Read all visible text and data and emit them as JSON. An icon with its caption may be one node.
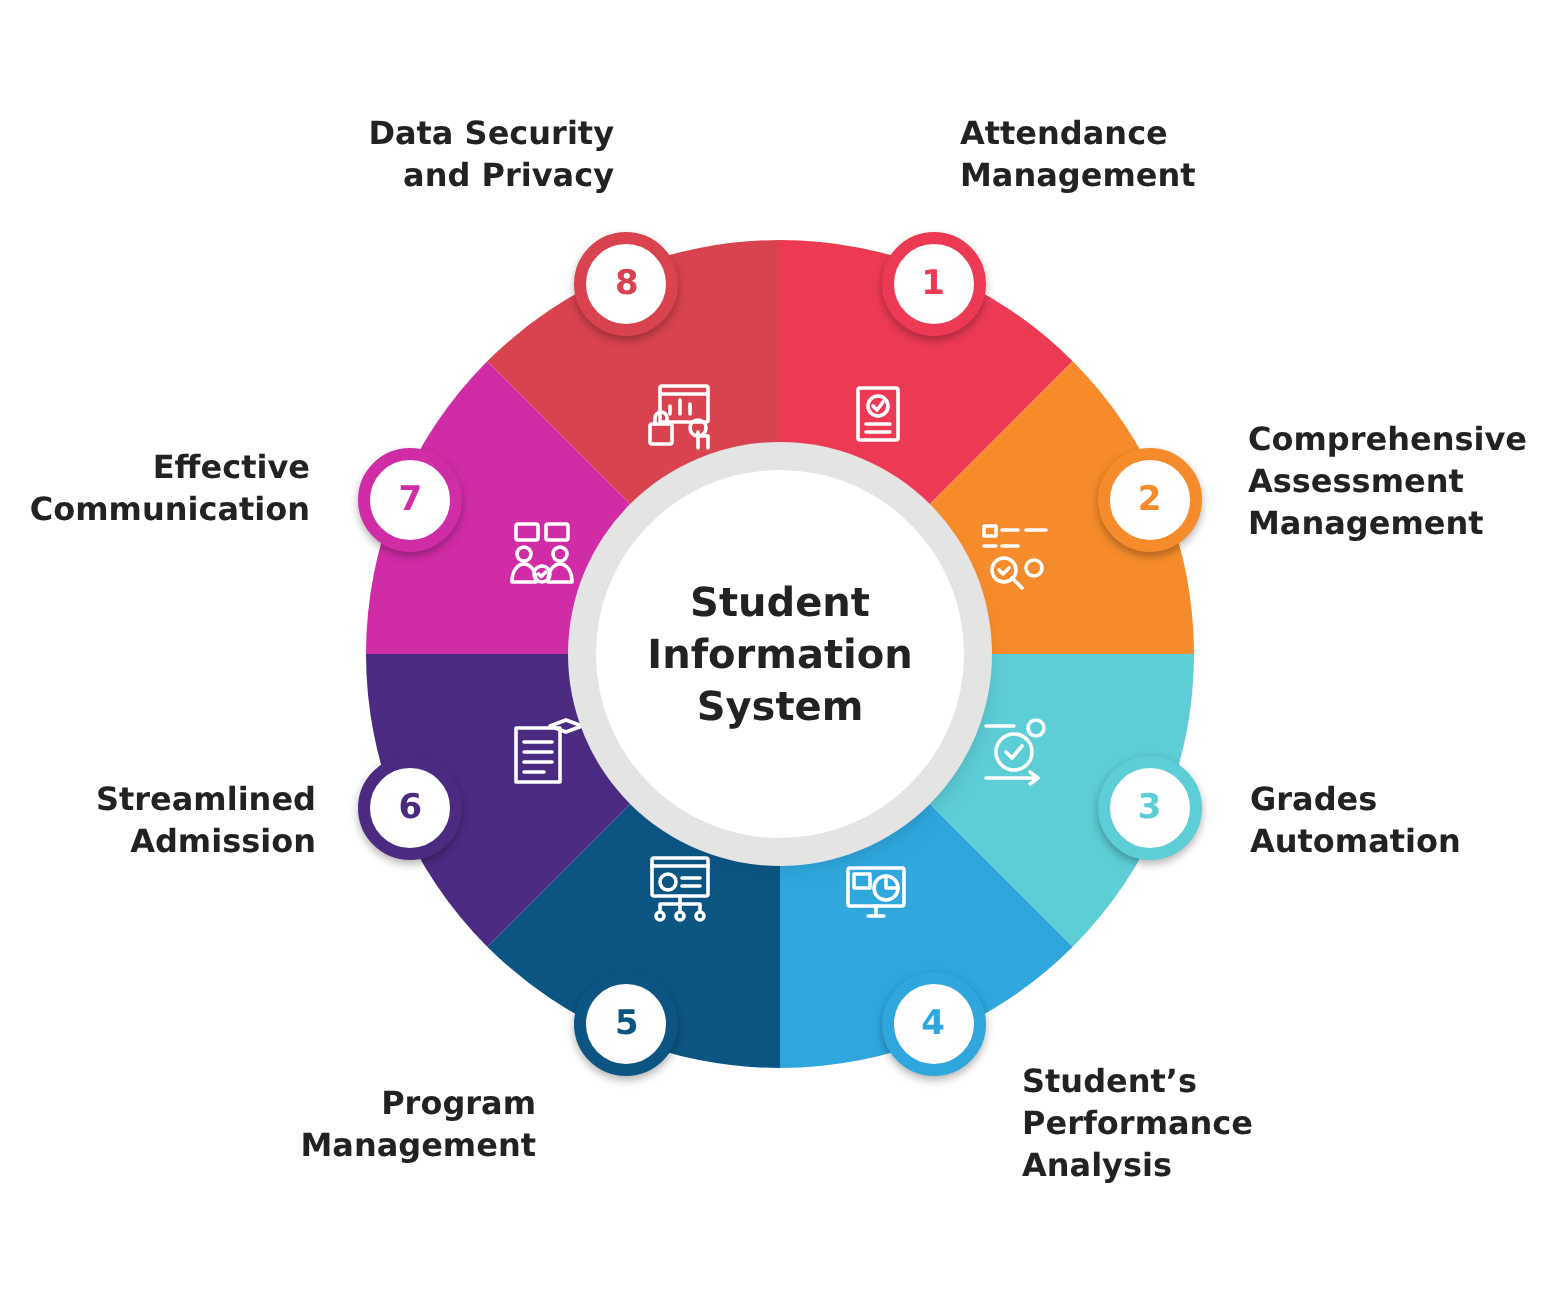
{
  "diagram": {
    "nodes": [
      {
        "text": [
          "Student Information System"
        ]
      },
      {
        "text": [
          "1"
        ],
        "beside": [
          "Attendance Management"
        ]
      },
      {
        "text": [
          "2"
        ],
        "beside": [
          "Comprehensive Assessment Management"
        ]
      },
      {
        "text": [
          "3"
        ],
        "beside": [
          "Grades Automation"
        ]
      },
      {
        "text": [
          "4"
        ],
        "beside": [
          "Student’s Performance Analysis"
        ]
      },
      {
        "text": [
          "5"
        ],
        "beside": [
          "Program Management"
        ]
      },
      {
        "text": [
          "6"
        ],
        "beside": [
          "Streamlined Admission"
        ]
      },
      {
        "text": [
          "7"
        ],
        "beside": [
          "Effective Communication"
        ]
      },
      {
        "text": [
          "8"
        ],
        "beside": [
          "Data Security and Privacy"
        ]
      }
    ],
    "edges": []
  }
}
